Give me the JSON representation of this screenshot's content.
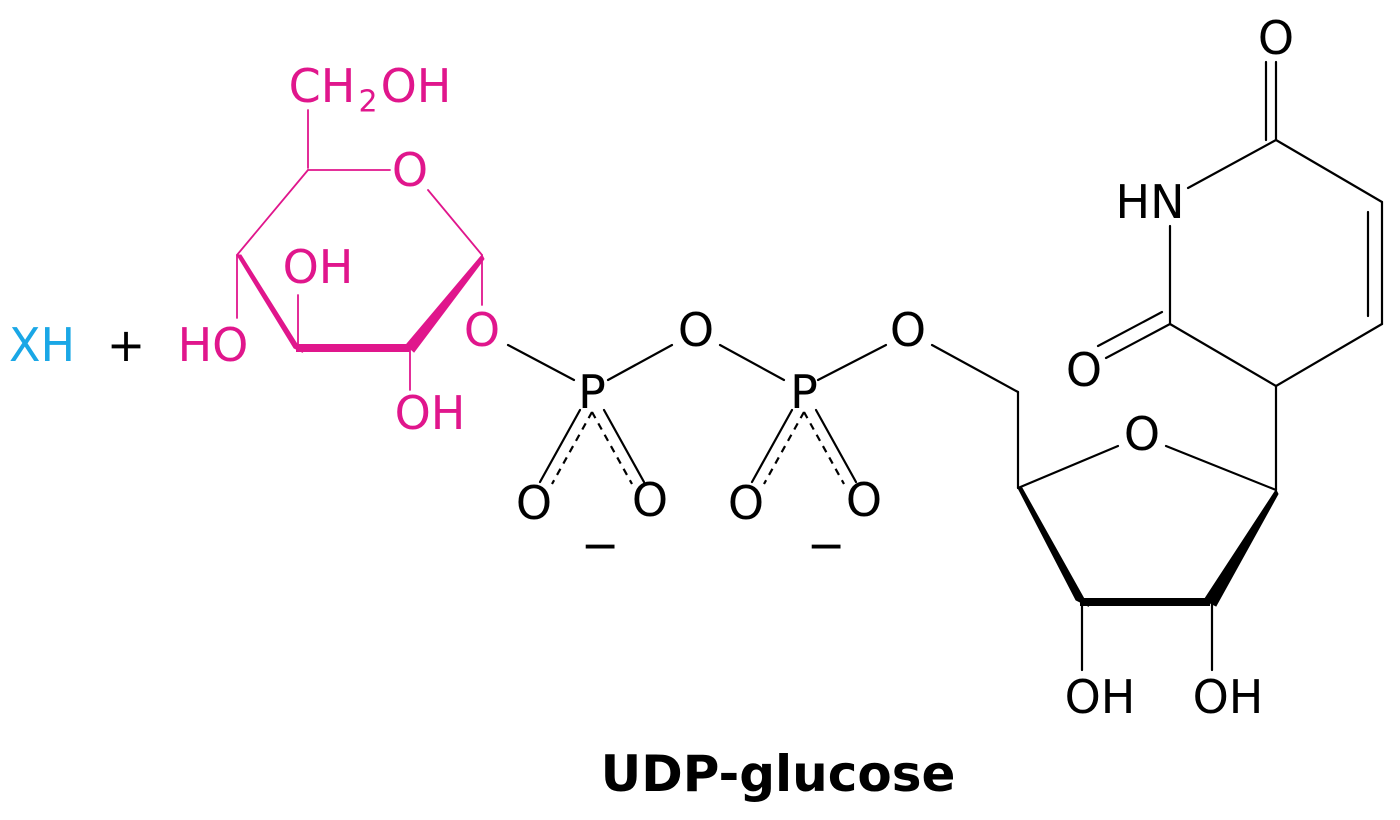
{
  "reactant_x": "XH",
  "plus": "+",
  "glucose": {
    "ch2oh_ch": "CH",
    "ch2oh_sub": "2",
    "ch2oh_oh": "OH",
    "ring_o": "O",
    "oh_top": "OH",
    "ho_left": "HO",
    "oh_bottom": "OH",
    "anomeric_o": "O"
  },
  "phosphate1": {
    "p": "P",
    "o_left": "O",
    "o_right": "O",
    "charge": "−"
  },
  "bridge_o1": "O",
  "phosphate2": {
    "p": "P",
    "o_left": "O",
    "o_right": "O",
    "charge": "−"
  },
  "bridge_o2": "O",
  "ribose": {
    "ring_o": "O",
    "oh_left": "OH",
    "oh_right": "OH"
  },
  "uracil": {
    "o_top": "O",
    "hn": "HN",
    "o_left": "O"
  },
  "caption": "UDP-glucose",
  "colors": {
    "glucose": "#e0168c",
    "xh": "#1aa7e6",
    "main": "#000000"
  }
}
